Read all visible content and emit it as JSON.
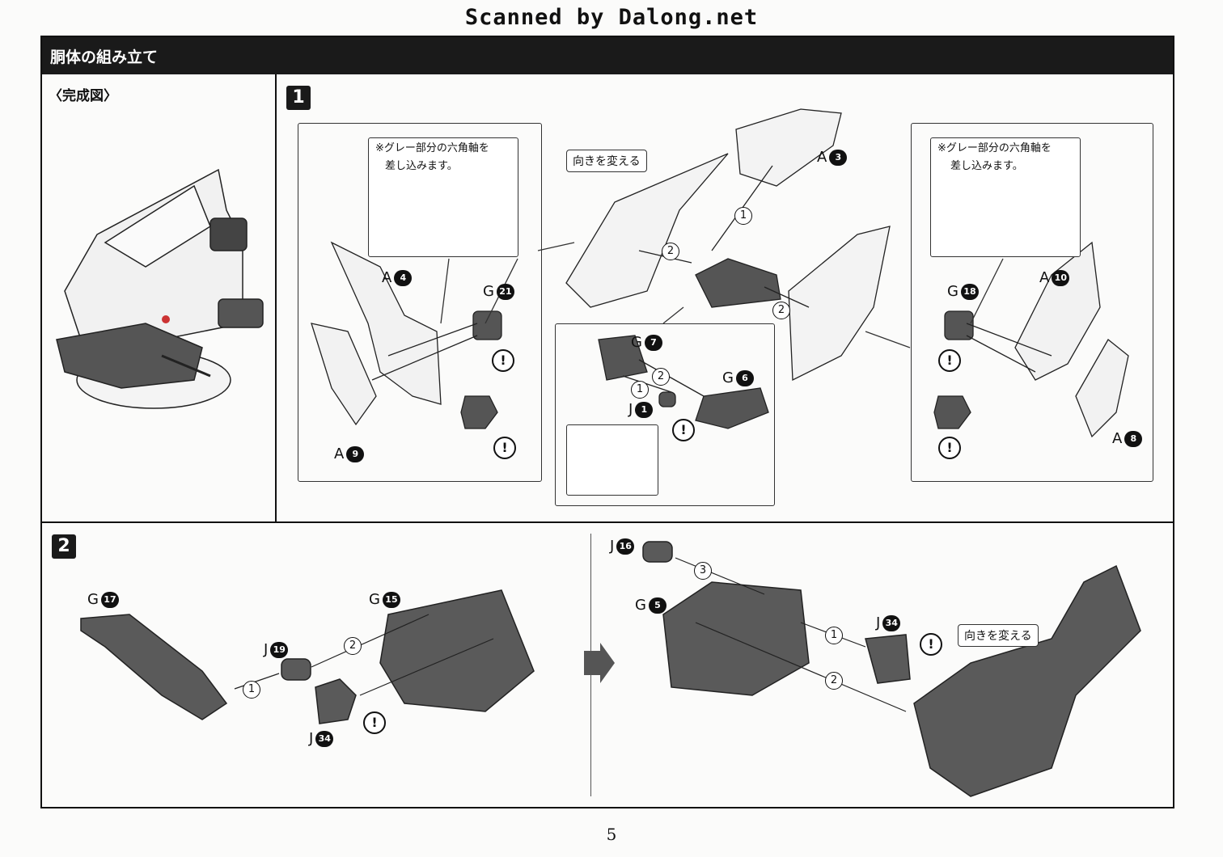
{
  "scan_credit": "Scanned by Dalong.net",
  "section_title": "胴体の組み立て",
  "completed_label": "〈完成図〉",
  "page_number": "5",
  "step1": {
    "badge": "1",
    "note_left": [
      "※グレー部分の六角軸を",
      "差し込みます。"
    ],
    "note_right": [
      "※グレー部分の六角軸を",
      "差し込みます。"
    ],
    "orientation_label": "向きを変える",
    "parts": {
      "a3": {
        "letter": "A",
        "num": "3"
      },
      "a4": {
        "letter": "A",
        "num": "4"
      },
      "a9": {
        "letter": "A",
        "num": "9"
      },
      "g21": {
        "letter": "G",
        "num": "21"
      },
      "g7": {
        "letter": "G",
        "num": "7"
      },
      "g6": {
        "letter": "G",
        "num": "6"
      },
      "j1": {
        "letter": "J",
        "num": "1"
      },
      "g18": {
        "letter": "G",
        "num": "18"
      },
      "a10": {
        "letter": "A",
        "num": "10"
      },
      "a8": {
        "letter": "A",
        "num": "8"
      }
    },
    "order_marks": [
      "1",
      "2",
      "2",
      "1",
      "2"
    ]
  },
  "step2": {
    "badge": "2",
    "orientation_label": "向きを変える",
    "parts": {
      "g17": {
        "letter": "G",
        "num": "17"
      },
      "g15": {
        "letter": "G",
        "num": "15"
      },
      "j19": {
        "letter": "J",
        "num": "19"
      },
      "j34a": {
        "letter": "J",
        "num": "34"
      },
      "j16": {
        "letter": "J",
        "num": "16"
      },
      "g5": {
        "letter": "G",
        "num": "5"
      },
      "j34b": {
        "letter": "J",
        "num": "34"
      }
    },
    "order_marks": [
      "1",
      "2",
      "3",
      "1",
      "2"
    ]
  },
  "warning_glyph": "!"
}
